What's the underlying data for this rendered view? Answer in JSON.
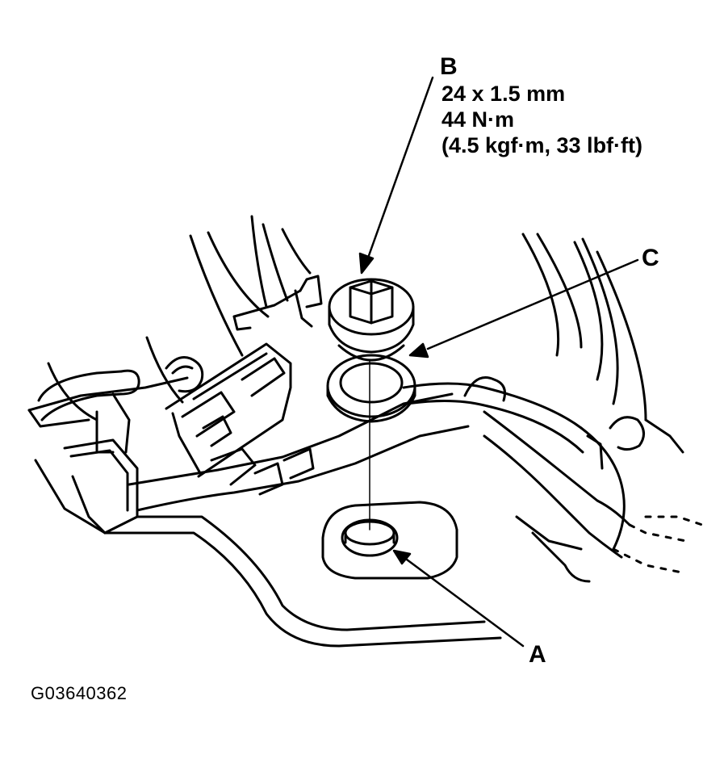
{
  "callouts": {
    "a": {
      "letter": "A"
    },
    "b": {
      "letter": "B",
      "spec_lines": [
        "24 x 1.5 mm",
        "44 N·m",
        "(4.5 kgf·m, 33 lbf·ft)"
      ]
    },
    "c": {
      "letter": "C"
    }
  },
  "figure_id": "G03640362",
  "colors": {
    "ink": "#000000",
    "paper": "#ffffff"
  }
}
